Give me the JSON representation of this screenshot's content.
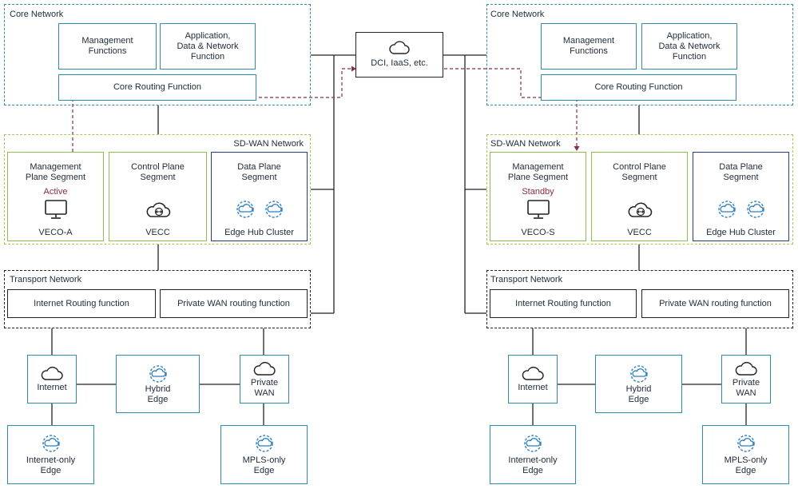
{
  "colors": {
    "core_border": "#2d8fb0",
    "sdwan_border": "#a9c94a",
    "green_node": "#8cc24c",
    "navy_node": "#253f78",
    "transport_border": "#222222",
    "dashed_link": "#8a2b45",
    "icon_blue": "#2b7fc6"
  },
  "dci": {
    "label": "DCI, IaaS, etc.",
    "icon": "cloud-icon"
  },
  "sites": [
    {
      "core": {
        "title": "Core Network",
        "management": "Management\nFunctions",
        "application": "Application,\nData & Network\nFunction",
        "routing": "Core Routing Function"
      },
      "sdwan": {
        "title": "SD-WAN Network",
        "mgmt_segment": {
          "title": "Management\nPlane Segment",
          "status": "Active",
          "node": "VECO-A",
          "icon": "monitor-icon"
        },
        "control_segment": {
          "title": "Control Plane\nSegment",
          "node": "VECC",
          "icon": "cloud-arrows-icon"
        },
        "data_segment": {
          "title": "Data Plane\nSegment",
          "node": "Edge Hub Cluster",
          "icon": "edge-hub-icon"
        }
      },
      "transport": {
        "title": "Transport Network",
        "internet_routing": "Internet Routing function",
        "private_routing": "Private WAN routing function"
      },
      "edges": {
        "internet": "Internet",
        "hybrid": "Hybrid\nEdge",
        "private": "Private\nWAN",
        "internet_only": "Internet-only\nEdge",
        "mpls_only": "MPLS-only\nEdge"
      }
    },
    {
      "core": {
        "title": "Core Network",
        "management": "Management\nFunctions",
        "application": "Application,\nData & Network\nFunction",
        "routing": "Core Routing Function"
      },
      "sdwan": {
        "title": "SD-WAN Network",
        "mgmt_segment": {
          "title": "Management\nPlane Segment",
          "status": "Standby",
          "node": "VECO-S",
          "icon": "monitor-icon"
        },
        "control_segment": {
          "title": "Control Plane\nSegment",
          "node": "VECC",
          "icon": "cloud-arrows-icon"
        },
        "data_segment": {
          "title": "Data Plane\nSegment",
          "node": "Edge Hub Cluster",
          "icon": "edge-hub-icon"
        }
      },
      "transport": {
        "title": "Transport Network",
        "internet_routing": "Internet Routing function",
        "private_routing": "Private WAN routing function"
      },
      "edges": {
        "internet": "Internet",
        "hybrid": "Hybrid\nEdge",
        "private": "Private\nWAN",
        "internet_only": "Internet-only\nEdge",
        "mpls_only": "MPLS-only\nEdge"
      }
    }
  ]
}
